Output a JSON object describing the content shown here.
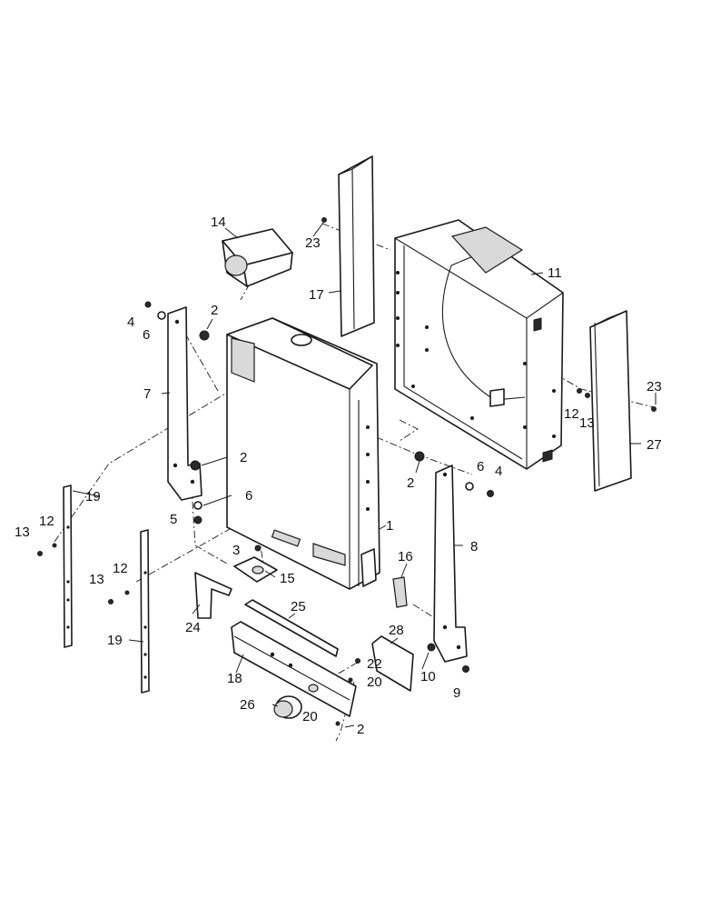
{
  "labels": {
    "l1": "1",
    "l2a": "2",
    "l2b": "2",
    "l2c": "2",
    "l2d": "2",
    "l3": "3",
    "l4a": "4",
    "l4b": "4",
    "l5": "5",
    "l6a": "6",
    "l6b": "6",
    "l6c": "6",
    "l7": "7",
    "l8": "8",
    "l9": "9",
    "l10": "10",
    "l11": "11",
    "l12a": "12",
    "l12b": "12",
    "l12c": "12",
    "l13a": "13",
    "l13b": "13",
    "l13c": "13",
    "l14": "14",
    "l15": "15",
    "l16": "16",
    "l17": "17",
    "l18": "18",
    "l19a": "19",
    "l19b": "19",
    "l20a": "20",
    "l20b": "20",
    "l22": "22",
    "l23a": "23",
    "l23b": "23",
    "l24": "24",
    "l25": "25",
    "l26": "26",
    "l27": "27",
    "l28": "28"
  }
}
